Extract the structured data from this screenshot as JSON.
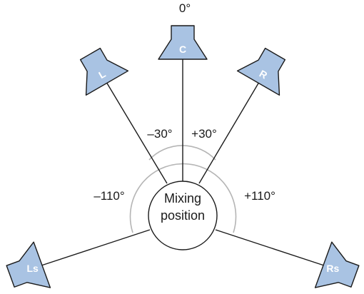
{
  "center": {
    "line1": "Mixing",
    "line2": "position"
  },
  "angle_labels": {
    "front": "0°",
    "left_front": "–30°",
    "right_front": "+30°",
    "left_surround": "–110°",
    "right_surround": "+110°"
  },
  "speakers": {
    "c": "C",
    "l": "L",
    "r": "R",
    "ls": "Ls",
    "rs": "Rs"
  },
  "colors": {
    "speaker_fill": "#a9c3e3",
    "outline": "#1a1a1a",
    "arc": "#b5b5b5"
  }
}
